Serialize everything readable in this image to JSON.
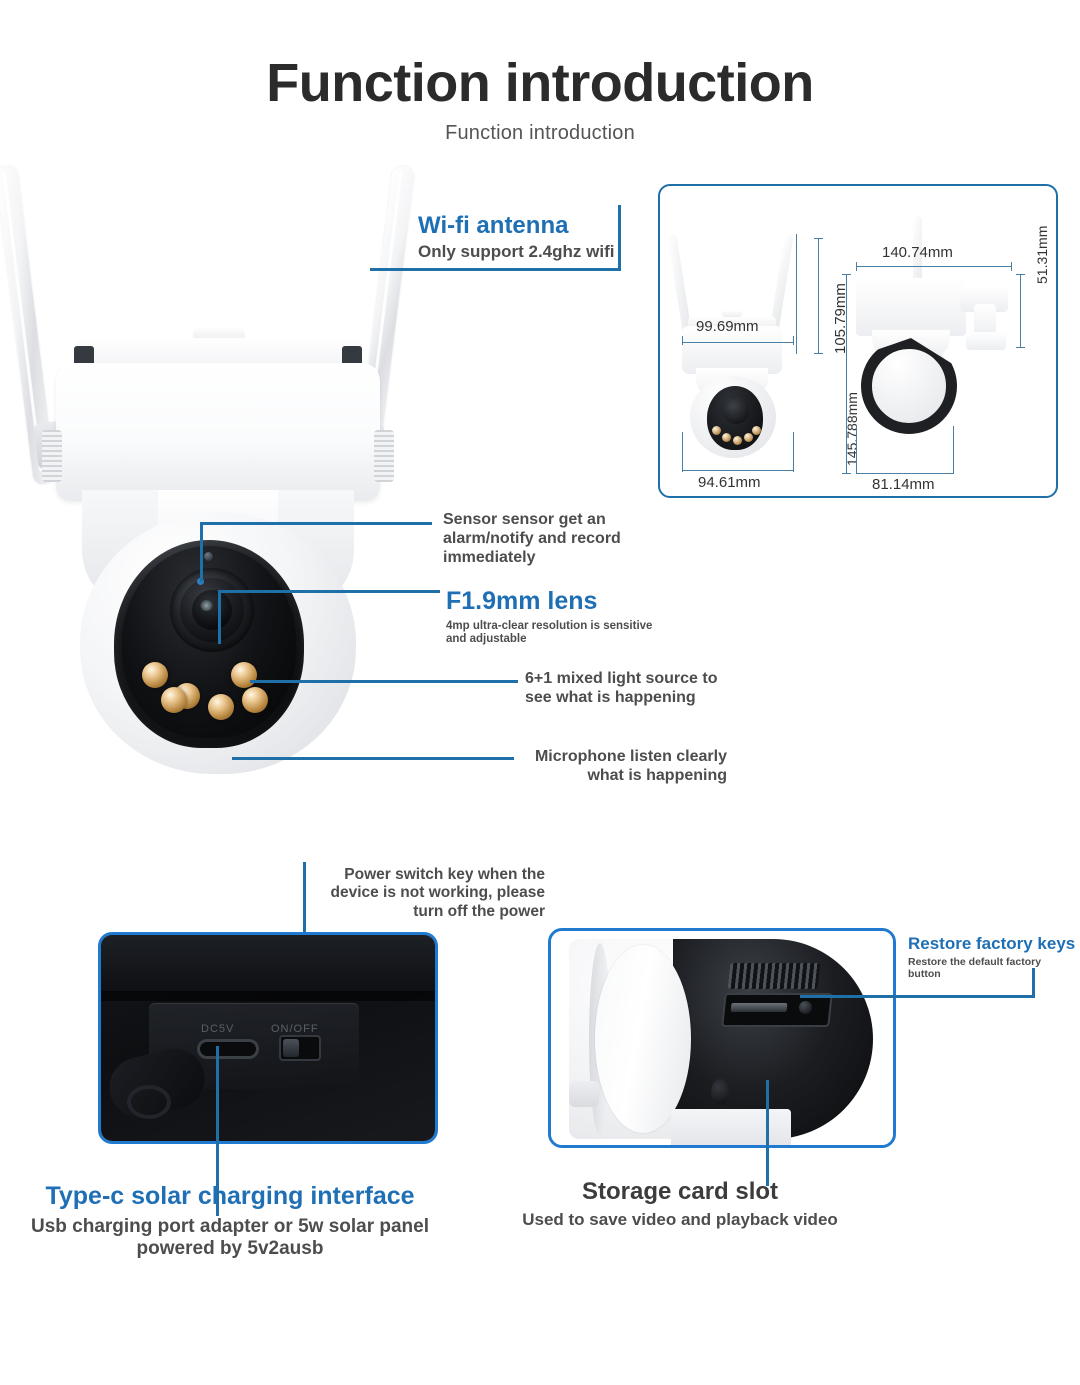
{
  "header": {
    "title": "Function introduction",
    "subtitle": "Function introduction"
  },
  "colors": {
    "accent_blue": "#1f6fb5",
    "leader_line": "#1f6fa8",
    "panel_border": "#1f7ad0",
    "body_text": "#4d4d4d",
    "title_text": "#2b2b2b"
  },
  "callouts": {
    "wifi": {
      "title": "Wi-fi antenna",
      "desc": "Only support 2.4ghz wifi"
    },
    "sensor": {
      "desc": "Sensor sensor get an alarm/notify and record immediately"
    },
    "lens": {
      "title": "F1.9mm lens",
      "desc": "4mp ultra-clear resolution is sensitive and adjustable"
    },
    "light": {
      "desc": "6+1 mixed light source to see what is happening"
    },
    "microphone": {
      "desc": "Microphone listen clearly what is happening"
    },
    "power_switch": {
      "desc": "Power switch key when the device is not working, please turn off the power"
    },
    "restore": {
      "title": "Restore factory keys",
      "desc": "Restore the default factory button"
    },
    "typec": {
      "title": "Type-c solar charging interface",
      "desc": "Usb charging port adapter or 5w solar panel powered by 5v2ausb"
    },
    "storage": {
      "title": "Storage card slot",
      "desc": "Used to save video and playback video"
    }
  },
  "dimensions": {
    "front_height": "105.79mm",
    "front_top_width": "99.69mm",
    "front_bottom_width": "94.61mm",
    "side_width": "140.74mm",
    "side_mount_height": "51.31mm",
    "side_total_height": "145.788mm",
    "side_bottom_width": "81.14mm"
  },
  "detail_labels": {
    "usb_port_mark": "DC5V",
    "switch_mark": "ON/OFF"
  }
}
